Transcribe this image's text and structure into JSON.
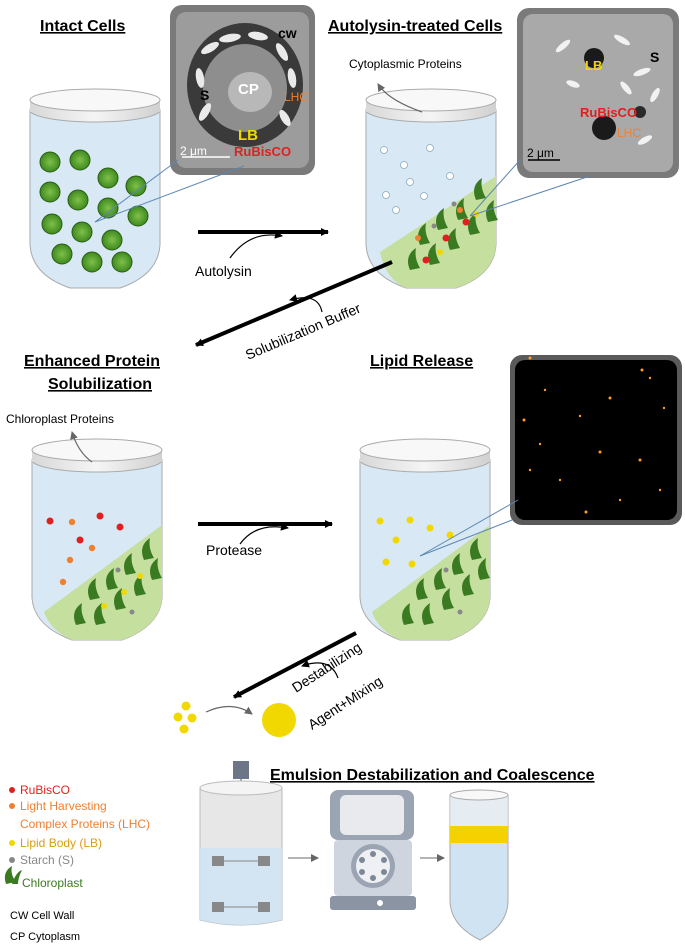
{
  "panels": {
    "intact_cells": "Intact Cells",
    "autolysin_treated": "Autolysin-treated Cells",
    "enhanced_protein_line1": "Enhanced Protein",
    "enhanced_protein_line2": "Solubilization",
    "lipid_release": "Lipid Release",
    "emulsion": "Emulsion Destabilization and Coalescence"
  },
  "steps": {
    "autolysin": "Autolysin",
    "solubilization_buffer": "Solubilization Buffer",
    "protease": "Protease",
    "destabilizing_line1": "Destabilizing",
    "destabilizing_line2": "Agent+Mixing"
  },
  "annotations": {
    "cytoplasmic_proteins": "Cytoplasmic Proteins",
    "chloroplast_proteins": "Chloroplast Proteins"
  },
  "micrograph_intact": {
    "cw": "cw",
    "cp": "CP",
    "s": "S",
    "lhc": "LHC",
    "lb": "LB",
    "rubisco": "RuBisCO",
    "scale": "2 μm"
  },
  "micrograph_treated": {
    "lb": "LB",
    "s": "S",
    "rubisco": "RuBisCO",
    "lhc": "LHC",
    "scale": "2 μm"
  },
  "legend": {
    "rubisco": "RuBisCO",
    "lhc_line1": "Light Harvesting",
    "lhc_line2": "Complex Proteins (LHC)",
    "lb": "Lipid Body (LB)",
    "starch": "Starch (S)",
    "chloroplast": "Chloroplast",
    "cw": "CW Cell Wall",
    "cp": "CP Cytoplasm"
  },
  "colors": {
    "rubisco": "#e02020",
    "lhc": "#f08030",
    "lipid": "#f0d800",
    "starch": "#888888",
    "chloroplast": "#3a7a20",
    "liquid": "#cfe3f3",
    "tube_rim": "#e8e8e8",
    "green_layer": "#c5df9e"
  }
}
